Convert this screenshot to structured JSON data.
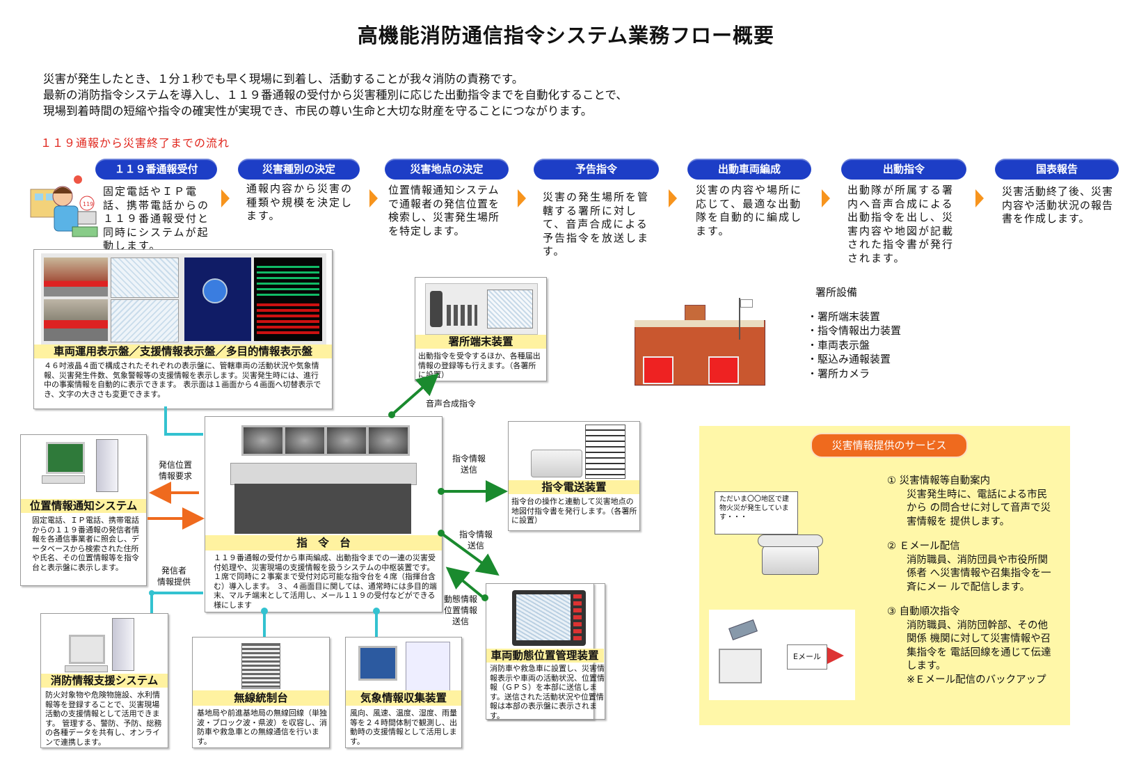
{
  "title": "高機能消防通信指令システム業務フロー概要",
  "intro": [
    "災害が発生したとき、１分１秒でも早く現場に到着し、活動することが我々消防の責務です。",
    "最新の消防指令システムを導入し、１１９番通報の受付から災害種別に応じた出動指令までを自動化することで、",
    "現場到着時間の短縮や指令の確実性が実現でき、市民の尊い生命と大切な財産を守ることにつながります。"
  ],
  "flow_heading": "１１９通報から災害終了までの流れ",
  "steps": [
    {
      "label": "１１９番通報受付",
      "text": "固定電話やＩＰ電話、携帯電話からの１１９番通報受付と同時にシステムが起動します。"
    },
    {
      "label": "災害種別の決定",
      "text": "通報内容から災害の種類や規模を決定します。"
    },
    {
      "label": "災害地点の決定",
      "text": "位置情報通知システムで通報者の発信位置を検索し、災害発生場所を特定します。"
    },
    {
      "label": "予告指令",
      "text": "災害の発生場所を管轄する署所に対して、音声合成による予告指令を放送します。"
    },
    {
      "label": "出動車両編成",
      "text": "災害の内容や場所に応じて、最適な出動隊を自動的に編成します。"
    },
    {
      "label": "出動指令",
      "text": "出動隊が所属する署内へ音声合成による出動指令を出し、災害内容や地図が記載された指令書が発行されます。"
    },
    {
      "label": "国表報告",
      "text": "災害活動終了後、災害内容や活動状況の報告書を作成します。"
    }
  ],
  "panels": {
    "display": {
      "title": "車両運用表示盤／支援情報表示盤／多目的情報表示盤",
      "desc": "４６吋液晶４面で構成されたそれぞれの表示盤に、管轄車両の活動状況や気象情報、災害発生件数、気象警報等の支援情報を表示します。災害発生時には、進行中の事案情報を自動的に表示できます。 表示面は１画面から４画面へ切替表示でき、文字の大きさも変更できます。"
    },
    "station_terminal": {
      "title": "署所端末装置",
      "desc": "出動指令を受令するほか、各種届出情報の登録等も行えます。（各署所に設置）"
    },
    "location": {
      "title": "位置情報通知システム",
      "desc": "固定電話、ＩＰ電話、携帯電話からの１１９番通報の発信者情報を各通信事業者に照会し、データベースから検索された住所や氏名、その位置情報等を指令台と表示盤に表示します。"
    },
    "command_desk": {
      "title": "指　令　台",
      "desc": "１１９番通報の受付から車両編成、出動指令までの一連の災害受付処理や、災害現場の支援情報を扱うシステムの中枢装置です。１席で同時に２事案まで受付対応可能な指令台を４席（指揮台含む）導入します。 ３、４画面目に関しては、通常時には多目的端末、マルチ端末として活用し、メール１１９の受付などができる様にします"
    },
    "fax": {
      "title": "指令電送装置",
      "desc": "指令台の操作と連動して災害地点の地図付指令書を発行します。（各署所に設置）"
    },
    "avm": {
      "title": "車両動態位置管理装置",
      "desc": "消防車や救急車に設置し、災害情報表示や車両の活動状況、位置情報（ＧＰＳ）を本部に送信します。送信された活動状況や位置情報は本部の表示盤に表示されます。"
    },
    "support": {
      "title": "消防情報支援システム",
      "desc": "防火対象物や危険物施設、水利情報等を登録することで、災害現場活動の支援情報として活用できます。 管理する、警防、予防、総務の各種データを共有し、オンラインで連携します。"
    },
    "radio": {
      "title": "無線統制台",
      "desc": "基地局や前進基地局の無線回線（単独波・ブロック波・県波）を収容し、消防車や救急車との無線通信を行います。"
    },
    "weather": {
      "title": "気象情報収集装置",
      "desc": "風向、風速、温度、湿度、雨量等を２４時間体制で観測し、出動時の支援情報として活用します。"
    }
  },
  "connector_labels": {
    "voice": "音声合成指令",
    "send1_a": "指令情報",
    "send1_b": "送信",
    "send2_a": "指令情報",
    "send2_b": "送信",
    "req_a": "発信位置",
    "req_b": "情報要求",
    "caller_a": "発信者",
    "caller_b": "情報提供",
    "dyn_a": "動態情報",
    "dyn_b": "位置情報",
    "dyn_c": "送信"
  },
  "station_equipment": {
    "heading": "署所設備",
    "items": [
      "・署所端末装置",
      "・指令情報出力装置",
      "・車両表示盤",
      "・駆込み通報装置",
      "・署所カメラ"
    ]
  },
  "service": {
    "title": "災害情報提供のサービス",
    "bubble": "ただいま〇〇地区で建物火災が発生しています・・・",
    "email_label": "Eメール",
    "items": [
      {
        "head": "①  災害情報等自動案内",
        "lines": [
          "災害発生時に、電話による市民",
          "から の問合せに対して音声で災",
          "害情報を 提供します。"
        ]
      },
      {
        "head": "②  Ｅメール配信",
        "lines": [
          "消防職員、消防団員や市役所関",
          "係者 へ災害情報や召集指令を一",
          "斉にメー ルで配信します。"
        ]
      },
      {
        "head": "③  自動順次指令",
        "lines": [
          "消防職員、消防団幹部、その他",
          "関係 機関に対して災害情報や召",
          "集指令を 電話回線を通じて伝達",
          "します。",
          "※Ｅメール配信のバックアップ"
        ]
      }
    ]
  },
  "colors": {
    "accent_blue": "#1d3ec6",
    "arrow_orange": "#f7941d",
    "green": "#1a8a2e",
    "cyan": "#33c2d0",
    "red_orange": "#ef6a1e",
    "yellow": "#fff7a8"
  }
}
